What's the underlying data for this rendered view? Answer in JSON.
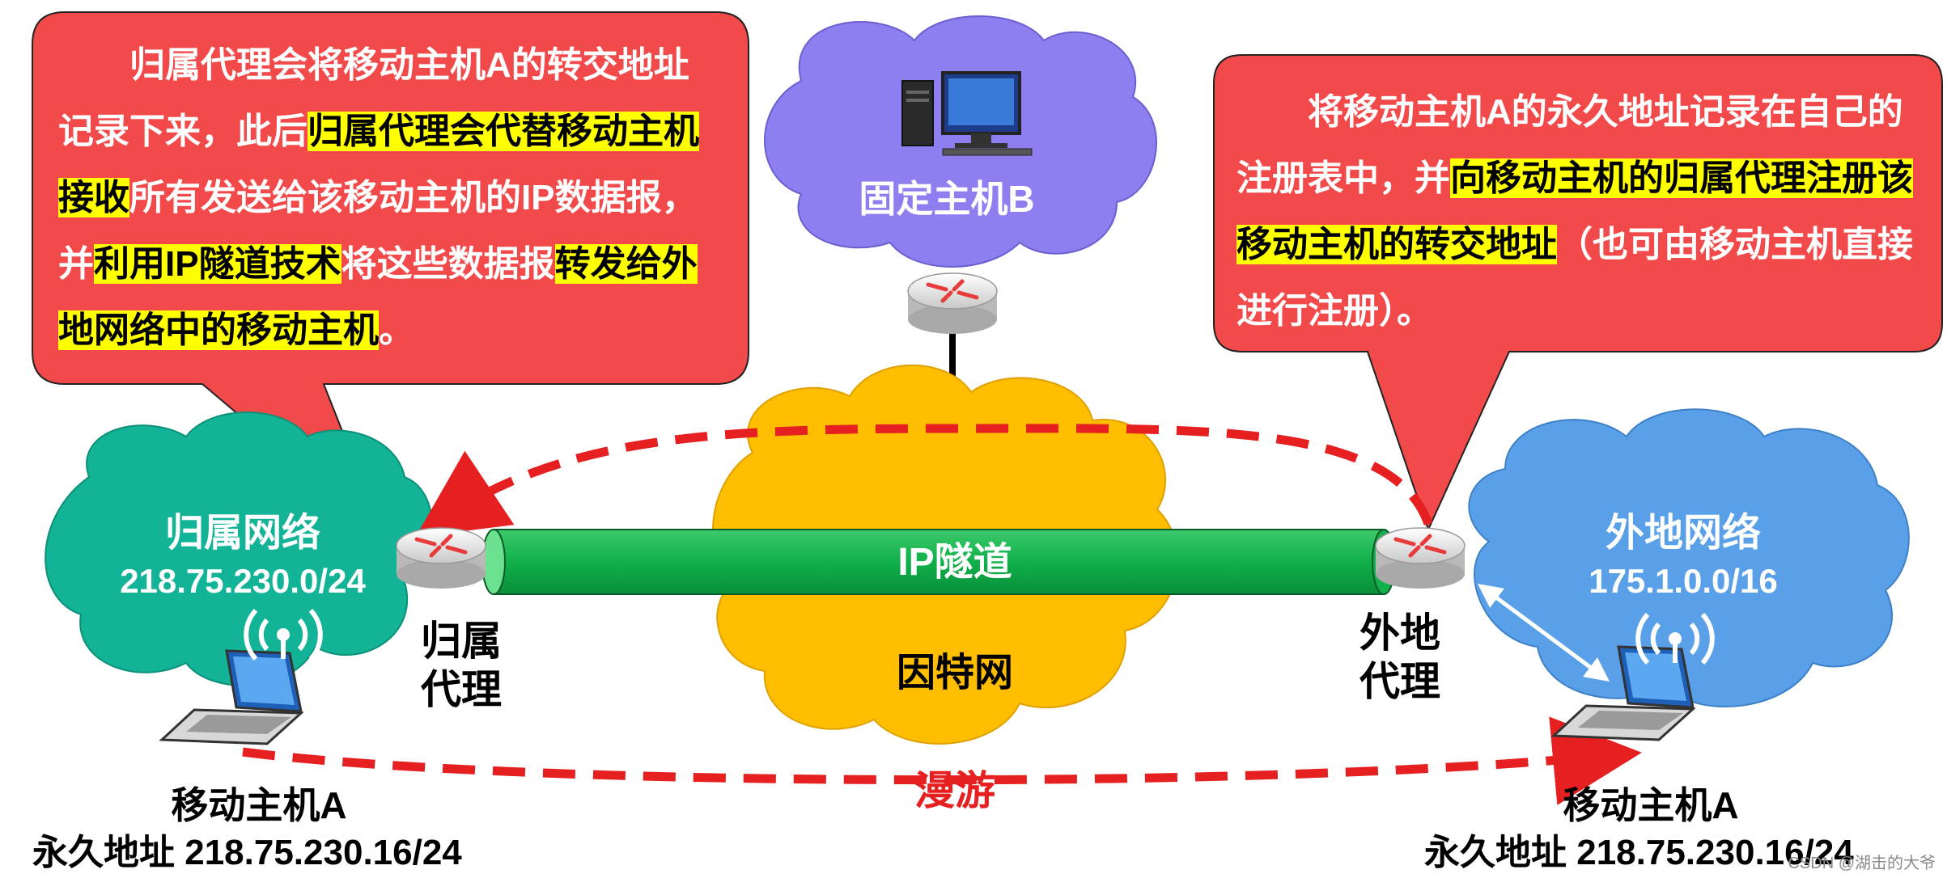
{
  "callout_left": {
    "segments": [
      {
        "text": "归属代理会将移动主机A的转交地址记录下来，此后",
        "highlight": false
      },
      {
        "text": "归属代理会代替移动主机接收",
        "highlight": true
      },
      {
        "text": "所有发送给该移动主机的IP数据报，并",
        "highlight": false
      },
      {
        "text": "利用IP隧道技术",
        "highlight": true
      },
      {
        "text": "将这些数据报",
        "highlight": false
      },
      {
        "text": "转发给外地网络中的移动主机",
        "highlight": true
      },
      {
        "text": "。",
        "highlight": false
      }
    ]
  },
  "callout_right": {
    "segments": [
      {
        "text": "将移动主机A的永久地址记录在自己的注册表中，并",
        "highlight": false
      },
      {
        "text": "向移动主机的归属代理注册该移动主机的转交地址",
        "highlight": true
      },
      {
        "text": "（也可由移动主机直接进行注册）。",
        "highlight": false
      }
    ]
  },
  "fixed_host": {
    "label": "固定主机B"
  },
  "home_network": {
    "name": "归属网络",
    "prefix": "218.75.230.0/24"
  },
  "foreign_network": {
    "name": "外地网络",
    "prefix": "175.1.0.0/16"
  },
  "internet": {
    "label": "因特网"
  },
  "tunnel": {
    "label": "IP隧道"
  },
  "home_agent": {
    "label_line1": "归属",
    "label_line2": "代理"
  },
  "foreign_agent": {
    "label_line1": "外地",
    "label_line2": "代理"
  },
  "roam": {
    "label": "漫游"
  },
  "mobile_host_left": {
    "name": "移动主机A",
    "address_label": "永久地址 218.75.230.16/24"
  },
  "mobile_host_right": {
    "name": "移动主机A",
    "address_label": "永久地址 218.75.230.16/24"
  },
  "watermark": {
    "text": "CSDN @湖击的大爷"
  },
  "colors": {
    "callout": "#f24a4a",
    "highlight": "#ffff00",
    "fixed_cloud": "#8e7ff0",
    "home_cloud": "#12b396",
    "internet_cloud": "#ffbf00",
    "foreign_cloud": "#5aa0e8",
    "tunnel": "#10b04a",
    "dashed_arrow": "#e62020"
  }
}
